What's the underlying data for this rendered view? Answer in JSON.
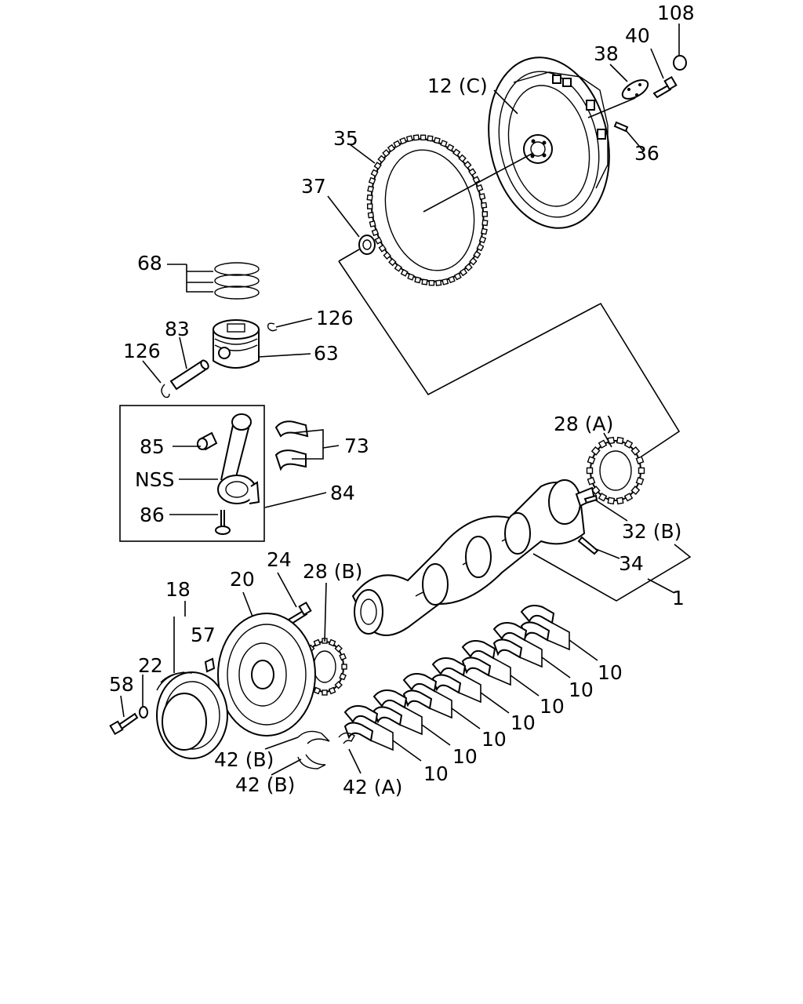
{
  "callouts": [
    {
      "id": "108",
      "text": "108"
    },
    {
      "id": "40",
      "text": "40"
    },
    {
      "id": "38",
      "text": "38"
    },
    {
      "id": "12c",
      "text": "12 (C)"
    },
    {
      "id": "36",
      "text": "36"
    },
    {
      "id": "35",
      "text": "35"
    },
    {
      "id": "37",
      "text": "37"
    },
    {
      "id": "68",
      "text": "68"
    },
    {
      "id": "126a",
      "text": "126"
    },
    {
      "id": "83",
      "text": "83"
    },
    {
      "id": "126b",
      "text": "126"
    },
    {
      "id": "63",
      "text": "63"
    },
    {
      "id": "85",
      "text": "85"
    },
    {
      "id": "nss",
      "text": "NSS"
    },
    {
      "id": "86",
      "text": "86"
    },
    {
      "id": "73",
      "text": "73"
    },
    {
      "id": "84",
      "text": "84"
    },
    {
      "id": "28a",
      "text": "28 (A)"
    },
    {
      "id": "32b",
      "text": "32 (B)"
    },
    {
      "id": "34",
      "text": "34"
    },
    {
      "id": "1",
      "text": "1"
    },
    {
      "id": "24",
      "text": "24"
    },
    {
      "id": "28b",
      "text": "28 (B)"
    },
    {
      "id": "20",
      "text": "20"
    },
    {
      "id": "18",
      "text": "18"
    },
    {
      "id": "57",
      "text": "57"
    },
    {
      "id": "22",
      "text": "22"
    },
    {
      "id": "58",
      "text": "58"
    },
    {
      "id": "10a",
      "text": "10"
    },
    {
      "id": "10b",
      "text": "10"
    },
    {
      "id": "10c",
      "text": "10"
    },
    {
      "id": "10d",
      "text": "10"
    },
    {
      "id": "10e",
      "text": "10"
    },
    {
      "id": "10f",
      "text": "10"
    },
    {
      "id": "10g",
      "text": "10"
    },
    {
      "id": "42b1",
      "text": "42 (B)"
    },
    {
      "id": "42b2",
      "text": "42 (B)"
    },
    {
      "id": "42a",
      "text": "42 (A)"
    }
  ]
}
